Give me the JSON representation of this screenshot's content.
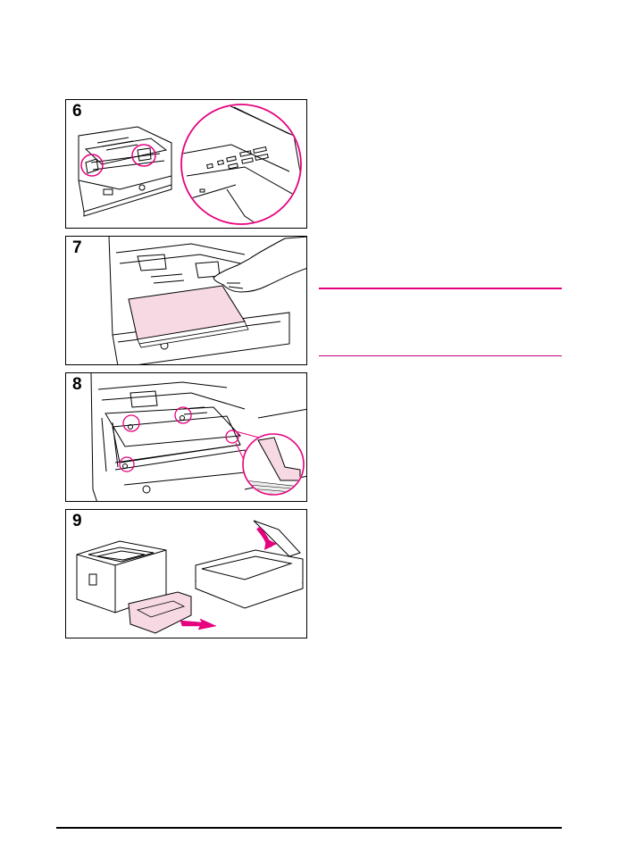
{
  "steps": [
    {
      "number": "6"
    },
    {
      "number": "7"
    },
    {
      "number": "8"
    },
    {
      "number": "9"
    }
  ],
  "colors": {
    "accent": "#e6007e",
    "paper_pink": "#f6d9e3",
    "line": "#000000",
    "divider": "#c0007a"
  },
  "icons": [
    "paper-tray",
    "magnifier-circle",
    "hand",
    "paper-stack",
    "arrow",
    "printer"
  ]
}
